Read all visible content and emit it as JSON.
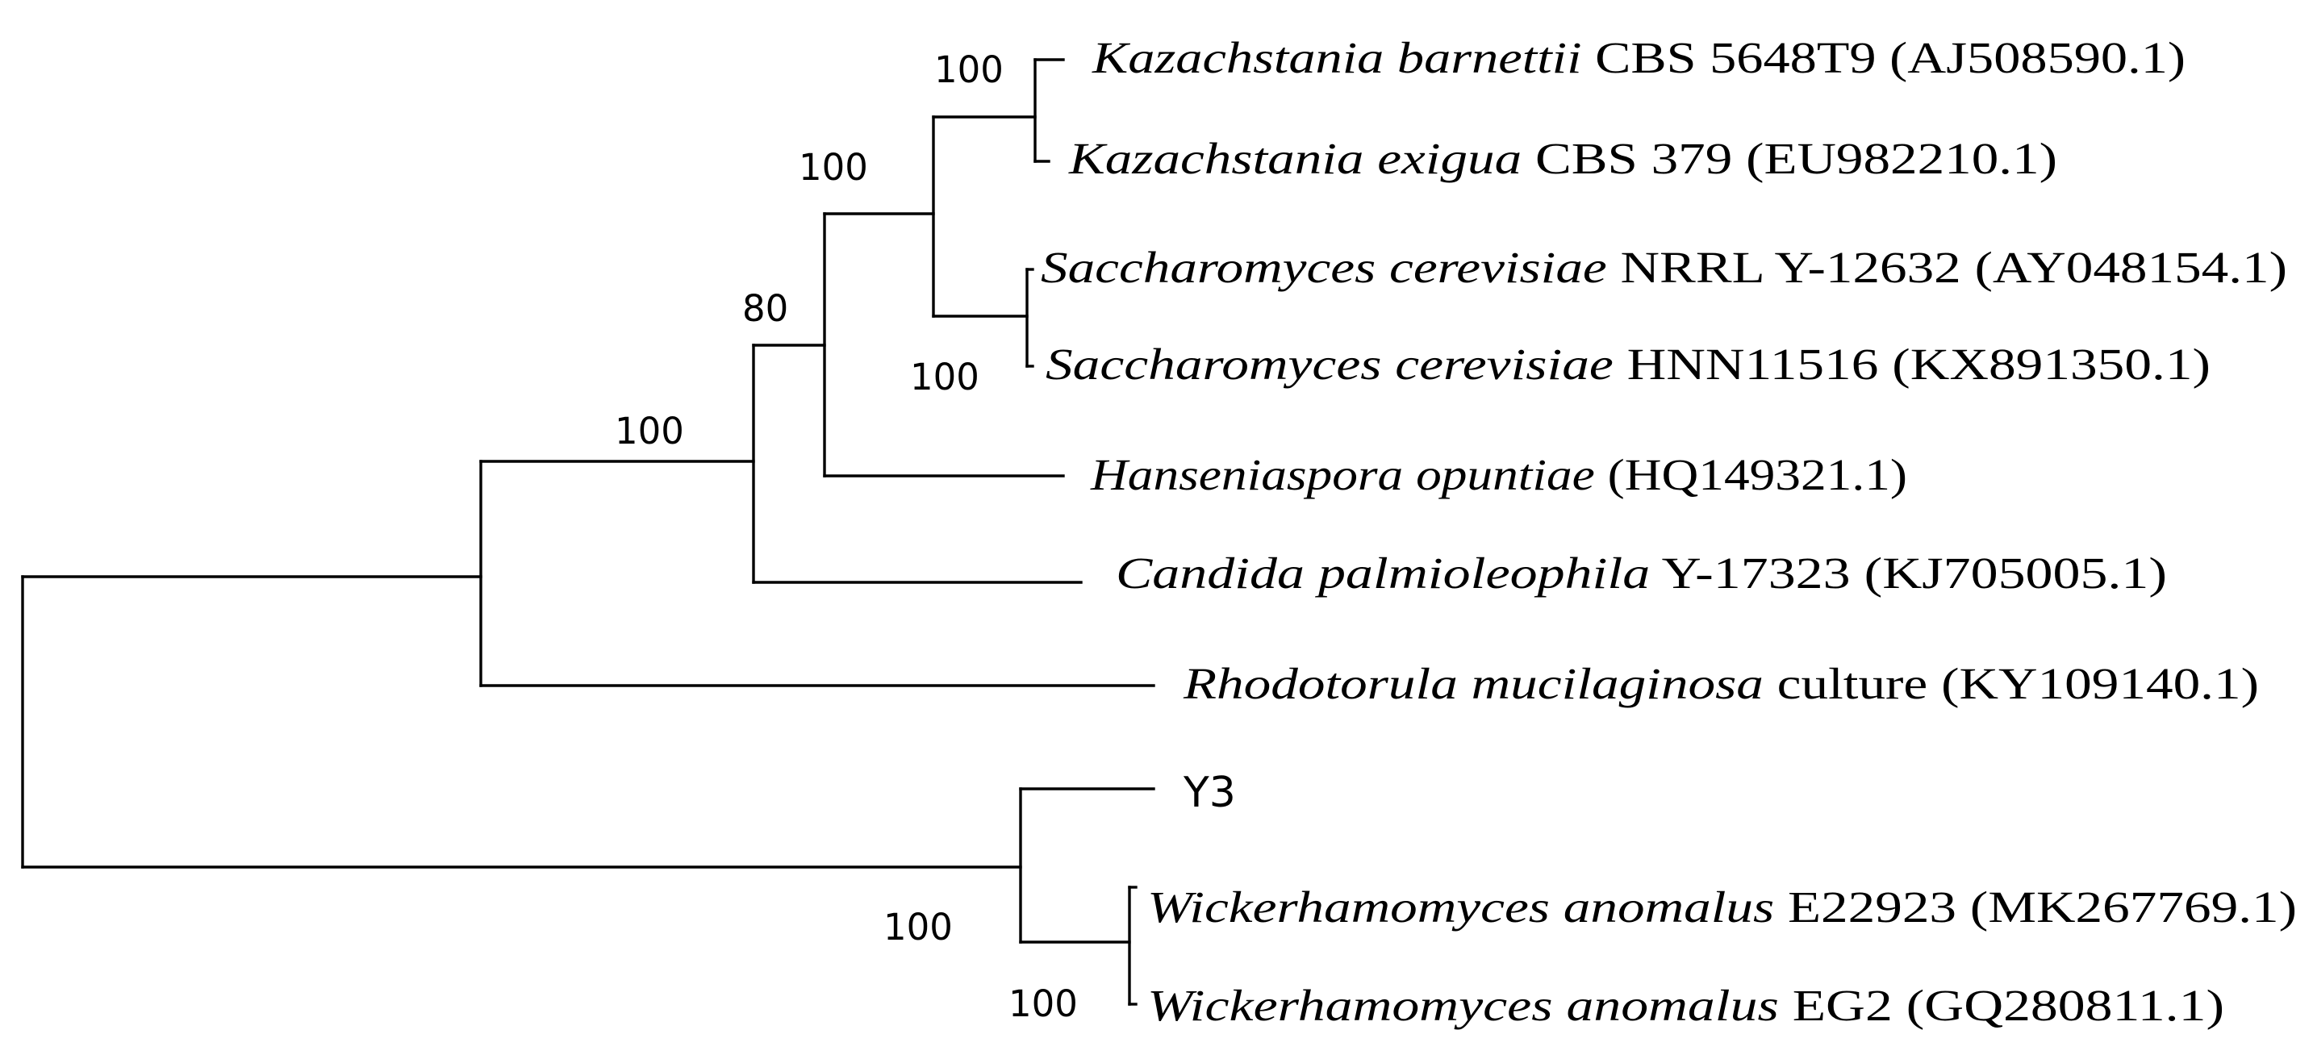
{
  "tree": {
    "leaves": [
      {
        "id": "kbar",
        "species": "Kazachstania barnettii",
        "strain": " CBS 5648T9",
        "accession": " (AJ508590.1)"
      },
      {
        "id": "kexi",
        "species": "Kazachstania exigua",
        "strain": " CBS 379",
        "accession": " (EU982210.1)"
      },
      {
        "id": "scer1",
        "species": "Saccharomyces cerevisiae",
        "strain": " NRRL Y-12632",
        "accession": " (AY048154.1)"
      },
      {
        "id": "scer2",
        "species": "Saccharomyces cerevisiae",
        "strain": " HNN11516",
        "accession": " (KX891350.1)"
      },
      {
        "id": "hops",
        "species": "Hanseniaspora opuntiae",
        "strain": "",
        "accession": " (HQ149321.1)"
      },
      {
        "id": "cpal",
        "species": "Candida palmioleophila",
        "strain": " Y-17323",
        "accession": " (KJ705005.1)"
      },
      {
        "id": "rmuc",
        "species": "Rhodotorula mucilaginosa",
        "strain": " culture",
        "accession": " (KY109140.1)"
      },
      {
        "id": "y3",
        "label": "Y3"
      },
      {
        "id": "wano1",
        "species": "Wickerhamomyces anomalus",
        "strain": " E22923",
        "accession": " (MK267769.1)"
      },
      {
        "id": "wano2",
        "species": "Wickerhamomyces anomalus",
        "strain": " EG2",
        "accession": " (GQ280811.1)"
      }
    ],
    "bootstrap": {
      "kazachstania": "100",
      "kaz_sacch": "100",
      "saccharomyces": "100",
      "with_hanseniaspora": "80",
      "with_candida": "100",
      "wick_y3": "100",
      "wickerhamomyces": "100"
    }
  }
}
